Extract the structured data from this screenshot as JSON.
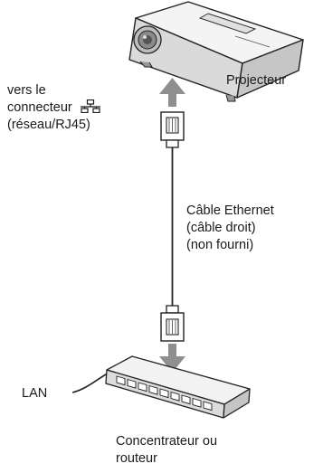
{
  "labels": {
    "projector": "Projecteur",
    "connector_line1": "vers le",
    "connector_line2": "connecteur",
    "connector_line3": "(réseau/RJ45)",
    "cable_line1": "Câble Ethernet",
    "cable_line2": "(câble droit)",
    "cable_line3": "(non fourni)",
    "lan": "LAN",
    "hub_line1": "Concentrateur ou",
    "hub_line2": "routeur"
  },
  "icons": {
    "network": "network-icon"
  },
  "colors": {
    "arrow": "#8f8f8f",
    "outline": "#222222",
    "device_fill_light": "#f2f2f2",
    "device_fill_mid": "#dcdcdc",
    "device_fill_dark": "#c4c4c4"
  }
}
